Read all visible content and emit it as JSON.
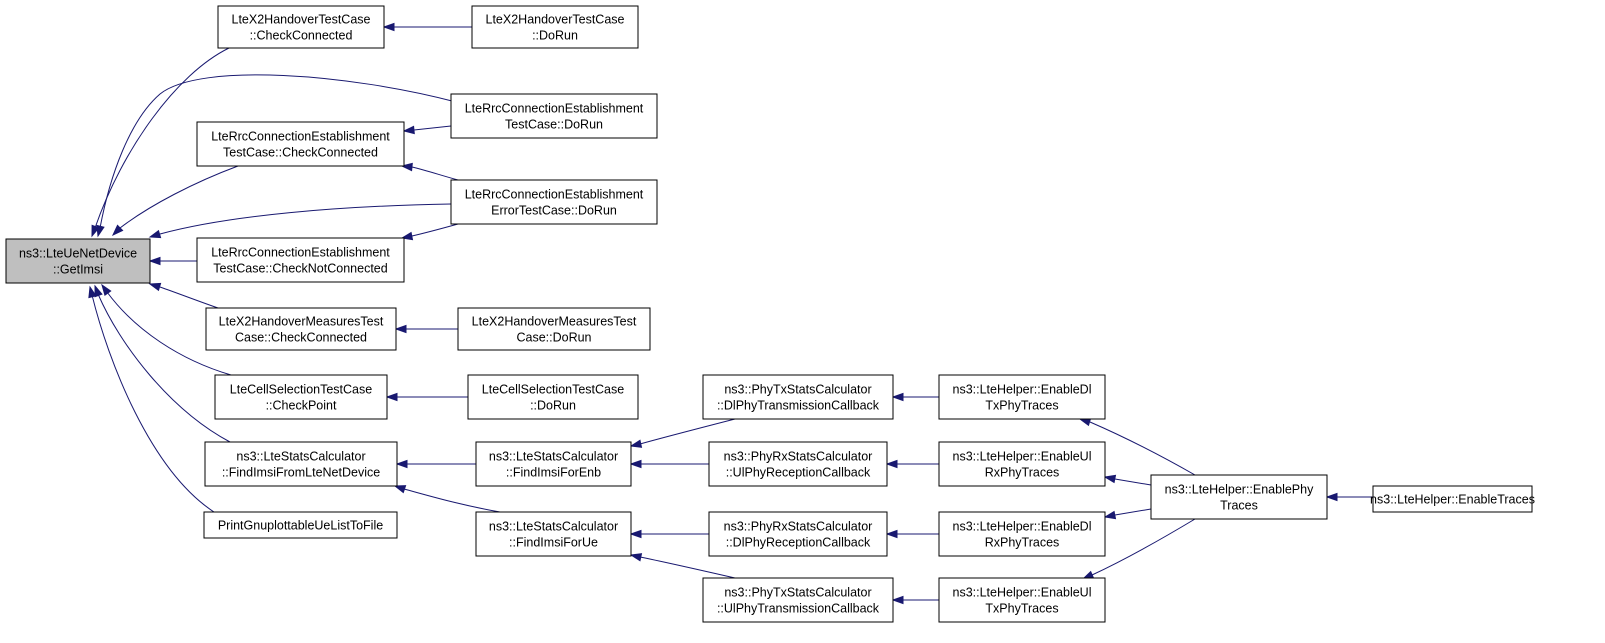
{
  "diagram": {
    "type": "doxygen-caller-graph",
    "colors": {
      "edge": "#191970",
      "root_fill": "#bfbfbf",
      "node_fill": "#ffffff",
      "border": "#000000"
    },
    "nodes": [
      {
        "id": "getimsi",
        "lines": [
          "ns3::LteUeNetDevice",
          "::GetImsi"
        ],
        "root": true
      },
      {
        "id": "x2_check",
        "lines": [
          "LteX2HandoverTestCase",
          "::CheckConnected"
        ]
      },
      {
        "id": "x2_dorun",
        "lines": [
          "LteX2HandoverTestCase",
          "::DoRun"
        ]
      },
      {
        "id": "rrc_dorun",
        "lines": [
          "LteRrcConnectionEstablishment",
          "TestCase::DoRun"
        ]
      },
      {
        "id": "rrc_check",
        "lines": [
          "LteRrcConnectionEstablishment",
          "TestCase::CheckConnected"
        ]
      },
      {
        "id": "rrc_err_dorun",
        "lines": [
          "LteRrcConnectionEstablishment",
          "ErrorTestCase::DoRun"
        ]
      },
      {
        "id": "rrc_notconn",
        "lines": [
          "LteRrcConnectionEstablishment",
          "TestCase::CheckNotConnected"
        ]
      },
      {
        "id": "x2m_check",
        "lines": [
          "LteX2HandoverMeasuresTest",
          "Case::CheckConnected"
        ]
      },
      {
        "id": "x2m_dorun",
        "lines": [
          "LteX2HandoverMeasuresTest",
          "Case::DoRun"
        ]
      },
      {
        "id": "cell_check",
        "lines": [
          "LteCellSelectionTestCase",
          "::CheckPoint"
        ]
      },
      {
        "id": "cell_dorun",
        "lines": [
          "LteCellSelectionTestCase",
          "::DoRun"
        ]
      },
      {
        "id": "stats_find",
        "lines": [
          "ns3::LteStatsCalculator",
          "::FindImsiFromLteNetDevice"
        ]
      },
      {
        "id": "print_gnu",
        "lines": [
          "PrintGnuplottableUeListToFile"
        ]
      },
      {
        "id": "stats_enb",
        "lines": [
          "ns3::LteStatsCalculator",
          "::FindImsiForEnb"
        ]
      },
      {
        "id": "stats_ue",
        "lines": [
          "ns3::LteStatsCalculator",
          "::FindImsiForUe"
        ]
      },
      {
        "id": "phytx_dl",
        "lines": [
          "ns3::PhyTxStatsCalculator",
          "::DlPhyTransmissionCallback"
        ]
      },
      {
        "id": "phyrx_ul",
        "lines": [
          "ns3::PhyRxStatsCalculator",
          "::UlPhyReceptionCallback"
        ]
      },
      {
        "id": "phyrx_dl",
        "lines": [
          "ns3::PhyRxStatsCalculator",
          "::DlPhyReceptionCallback"
        ]
      },
      {
        "id": "phytx_ul",
        "lines": [
          "ns3::PhyTxStatsCalculator",
          "::UlPhyTransmissionCallback"
        ]
      },
      {
        "id": "helper_dltx",
        "lines": [
          "ns3::LteHelper::EnableDl",
          "TxPhyTraces"
        ]
      },
      {
        "id": "helper_ulrx",
        "lines": [
          "ns3::LteHelper::EnableUl",
          "RxPhyTraces"
        ]
      },
      {
        "id": "helper_dlrx",
        "lines": [
          "ns3::LteHelper::EnableDl",
          "RxPhyTraces"
        ]
      },
      {
        "id": "helper_ultx",
        "lines": [
          "ns3::LteHelper::EnableUl",
          "TxPhyTraces"
        ]
      },
      {
        "id": "helper_phy",
        "lines": [
          "ns3::LteHelper::EnablePhy",
          "Traces"
        ]
      },
      {
        "id": "helper_traces",
        "lines": [
          "ns3::LteHelper::EnableTraces"
        ]
      }
    ],
    "edges": [
      {
        "from": "x2_check",
        "to": "getimsi"
      },
      {
        "from": "rrc_dorun",
        "to": "getimsi"
      },
      {
        "from": "rrc_check",
        "to": "getimsi"
      },
      {
        "from": "rrc_err_dorun",
        "to": "getimsi"
      },
      {
        "from": "rrc_notconn",
        "to": "getimsi"
      },
      {
        "from": "x2m_check",
        "to": "getimsi"
      },
      {
        "from": "cell_check",
        "to": "getimsi"
      },
      {
        "from": "stats_find",
        "to": "getimsi"
      },
      {
        "from": "print_gnu",
        "to": "getimsi"
      },
      {
        "from": "x2_dorun",
        "to": "x2_check"
      },
      {
        "from": "rrc_dorun",
        "to": "rrc_check"
      },
      {
        "from": "rrc_err_dorun",
        "to": "rrc_check"
      },
      {
        "from": "rrc_err_dorun",
        "to": "rrc_notconn"
      },
      {
        "from": "x2m_dorun",
        "to": "x2m_check"
      },
      {
        "from": "cell_dorun",
        "to": "cell_check"
      },
      {
        "from": "stats_enb",
        "to": "stats_find"
      },
      {
        "from": "stats_ue",
        "to": "stats_find"
      },
      {
        "from": "phytx_dl",
        "to": "stats_enb"
      },
      {
        "from": "phyrx_ul",
        "to": "stats_enb"
      },
      {
        "from": "phyrx_dl",
        "to": "stats_ue"
      },
      {
        "from": "phytx_ul",
        "to": "stats_ue"
      },
      {
        "from": "helper_dltx",
        "to": "phytx_dl"
      },
      {
        "from": "helper_ulrx",
        "to": "phyrx_ul"
      },
      {
        "from": "helper_dlrx",
        "to": "phyrx_dl"
      },
      {
        "from": "helper_ultx",
        "to": "phytx_ul"
      },
      {
        "from": "helper_phy",
        "to": "helper_dltx"
      },
      {
        "from": "helper_phy",
        "to": "helper_ulrx"
      },
      {
        "from": "helper_phy",
        "to": "helper_dlrx"
      },
      {
        "from": "helper_phy",
        "to": "helper_ultx"
      },
      {
        "from": "helper_traces",
        "to": "helper_phy"
      }
    ]
  }
}
